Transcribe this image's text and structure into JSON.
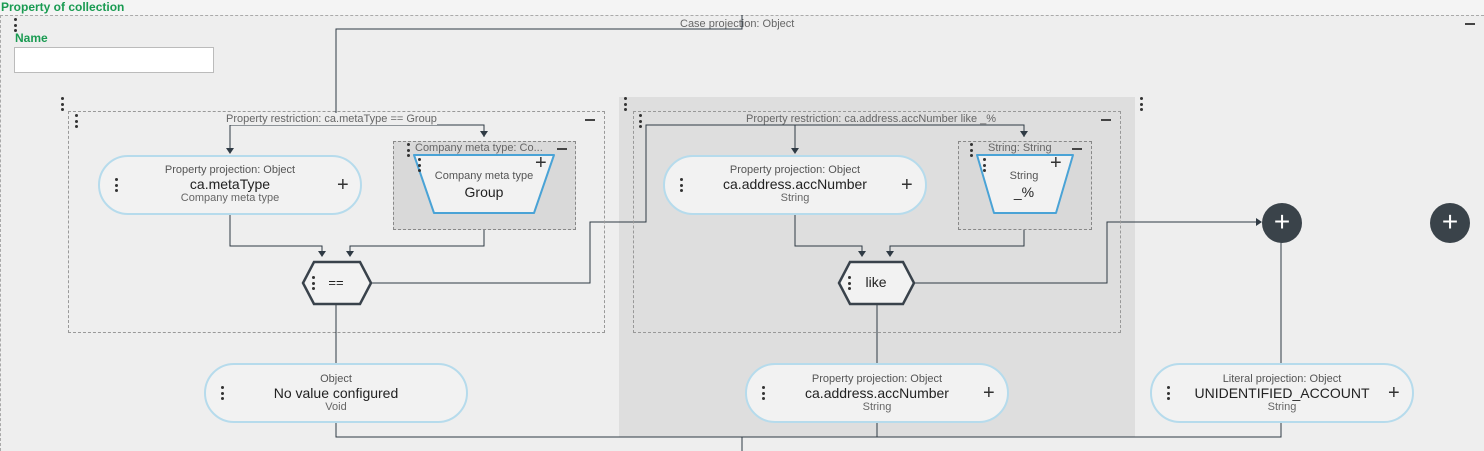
{
  "header": {
    "title": "Property of collection"
  },
  "case_projection": {
    "label": "Case projection: Object"
  },
  "name_field": {
    "label": "Name",
    "value": ""
  },
  "restriction1": {
    "label": "Property restriction: ca.metaType == Group",
    "projection": {
      "type": "Property projection: Object",
      "name": "ca.metaType",
      "subtype": "Company meta type"
    },
    "value_box": {
      "label": "Company meta type: Co...",
      "type": "Company meta type",
      "value": "Group"
    },
    "operator": "=="
  },
  "restriction2": {
    "label": "Property restriction: ca.address.accNumber like _%",
    "projection": {
      "type": "Property projection: Object",
      "name": "ca.address.accNumber",
      "subtype": "String"
    },
    "value_box": {
      "label": "String: String",
      "type": "String",
      "value": "_%"
    },
    "operator": "like"
  },
  "bottom_nodes": [
    {
      "type": "Object",
      "name": "No value configured",
      "subtype": "Void"
    },
    {
      "type": "Property projection: Object",
      "name": "ca.address.accNumber",
      "subtype": "String"
    },
    {
      "type": "Literal projection: Object",
      "name": "UNIDENTIFIED_ACCOUNT",
      "subtype": "String"
    }
  ],
  "icons": {
    "add": "+",
    "menu": "kebab-icon",
    "collapse": "minus-icon"
  }
}
